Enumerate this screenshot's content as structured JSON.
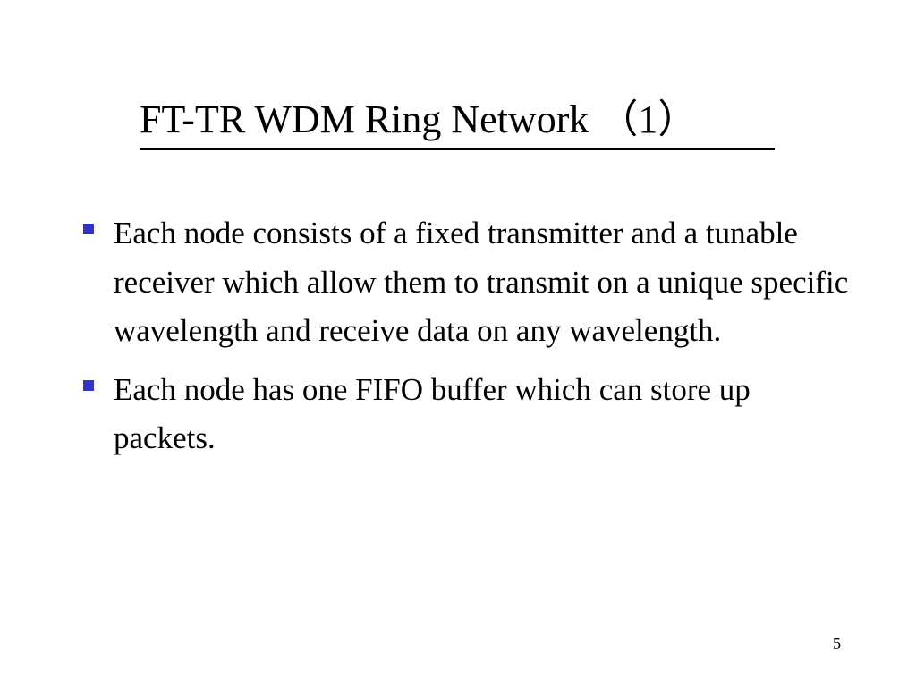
{
  "slide": {
    "title": "FT-TR WDM Ring Network （1）",
    "bullets": [
      "Each node consists  of a fixed transmitter and a tunable receiver which allow them to transmit on a unique specific wavelength and receive data on any wavelength.",
      "Each node has one FIFO buffer which can store up packets."
    ],
    "page_number": "5"
  },
  "colors": {
    "background": "#ffffff",
    "text": "#000000",
    "bullet_marker": "#3333cc"
  }
}
